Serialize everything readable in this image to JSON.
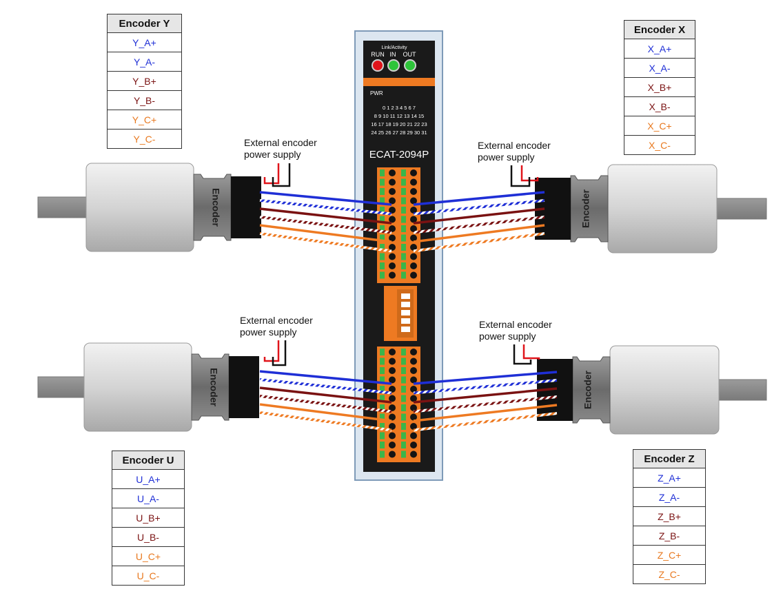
{
  "module": {
    "name": "ECAT-2094P",
    "led_labels": {
      "run": "RUN",
      "link_activity": "Link/Activity",
      "in": "IN",
      "out": "OUT"
    },
    "pwr_label": "PWR",
    "io_rows": [
      "0 1 2 3 4 5 6 7",
      "8 9 10 11 12 13 14 15",
      "16 17 18 19 20 21 22 23",
      "24 25 26 27 28 29 30 31"
    ],
    "colors": {
      "run_led": "#e0141a",
      "link_led": "#2ec43a",
      "accent": "#ee7a22"
    }
  },
  "encoder_body_label": "Encoder",
  "power_label_line1": "External encoder",
  "power_label_line2": "power supply",
  "tables": {
    "y": {
      "title": "Encoder Y",
      "signals": [
        "Y_A+",
        "Y_A-",
        "Y_B+",
        "Y_B-",
        "Y_C+",
        "Y_C-"
      ]
    },
    "x": {
      "title": "Encoder X",
      "signals": [
        "X_A+",
        "X_A-",
        "X_B+",
        "X_B-",
        "X_C+",
        "X_C-"
      ]
    },
    "u": {
      "title": "Encoder U",
      "signals": [
        "U_A+",
        "U_A-",
        "U_B+",
        "U_B-",
        "U_C+",
        "U_C-"
      ]
    },
    "z": {
      "title": "Encoder Z",
      "signals": [
        "Z_A+",
        "Z_A-",
        "Z_B+",
        "Z_B-",
        "Z_C+",
        "Z_C-"
      ]
    }
  },
  "wire_colors": {
    "a": "#1f2fd6",
    "b": "#7a1212",
    "c": "#ee7a22",
    "power_pos": "#e0141a",
    "power_neg": "#111111"
  }
}
